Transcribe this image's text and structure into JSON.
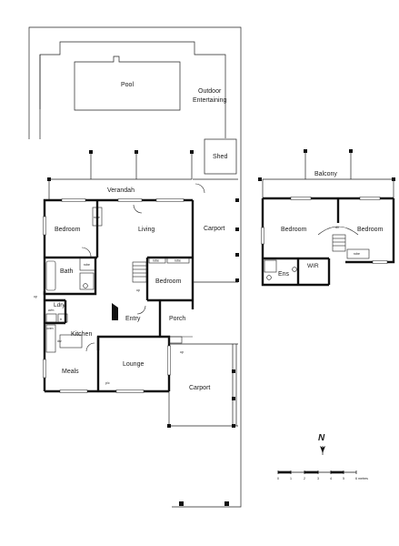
{
  "labels": {
    "pool": "Pool",
    "outdoor": "Outdoor",
    "entertaining": "Entertaining",
    "shed": "Shed",
    "verandah": "Verandah",
    "carport_upper": "Carport",
    "carport_lower": "Carport",
    "bedroom_west": "Bedroom",
    "living": "Living",
    "bath": "Bath",
    "bedroom_mid": "Bedroom",
    "ldry": "Ldry",
    "entry": "Entry",
    "porch": "Porch",
    "kitchen": "Kitchen",
    "lounge": "Lounge",
    "meals": "Meals",
    "balcony": "Balcony",
    "bedroom_upper_w": "Bedroom",
    "bedroom_upper_e": "Bedroom",
    "ens": "Ens",
    "wir": "WIR"
  },
  "small_labels": {
    "robe_living": "robe",
    "robe_bath": "robe",
    "robe_mid_1": "robe",
    "robe_mid_2": "robe",
    "robe_upper": "robe",
    "up_bath": "up",
    "up_bed": "up",
    "up_porch": "up",
    "dn_upper": "dn",
    "wm": "w/m",
    "tr": "tr",
    "dw": "dw",
    "oven": "oven",
    "pc": "p/c"
  },
  "compass": {
    "letter": "N"
  },
  "scale": {
    "ticks": [
      "0",
      "1",
      "2",
      "3",
      "4",
      "5",
      "6 metres"
    ]
  }
}
